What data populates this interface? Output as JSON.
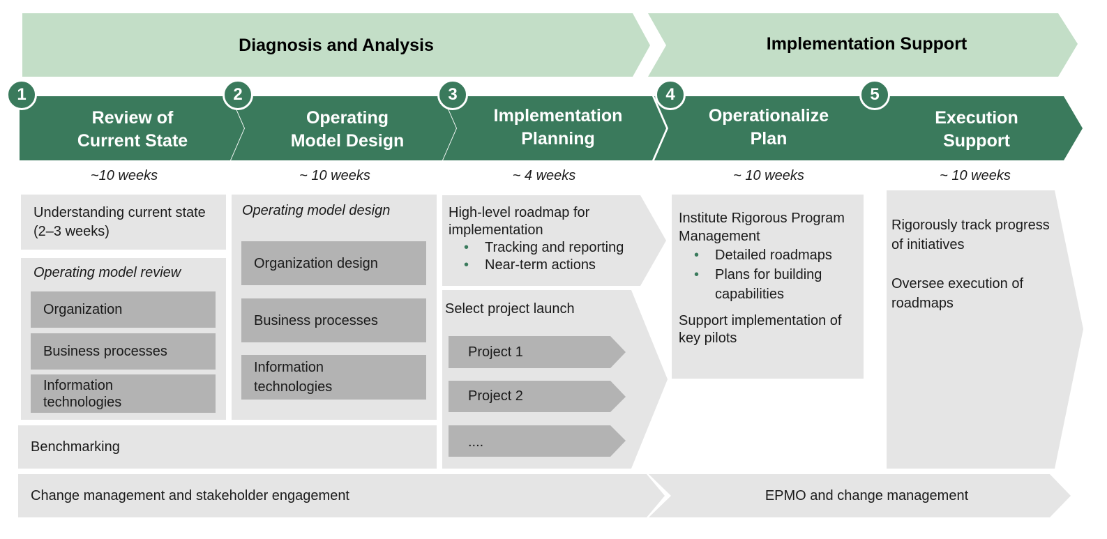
{
  "phases": {
    "diagnosis": "Diagnosis and Analysis",
    "implementation": "Implementation Support"
  },
  "steps": [
    {
      "number": "1",
      "title": "Review of\nCurrent State",
      "duration": "~10 weeks"
    },
    {
      "number": "2",
      "title": "Operating\nModel Design",
      "duration": "~ 10 weeks"
    },
    {
      "number": "3",
      "title": "Implementation\nPlanning",
      "duration": "~ 4 weeks"
    },
    {
      "number": "4",
      "title": "Operationalize\nPlan",
      "duration": "~ 10 weeks"
    },
    {
      "number": "5",
      "title": "Execution\nSupport",
      "duration": "~ 10 weeks"
    }
  ],
  "col1": {
    "understanding": "Understanding current state (2–3 weeks)",
    "review_heading": "Operating model review",
    "items": [
      "Organization",
      "Business processes",
      "Information\ntechnologies"
    ]
  },
  "col2": {
    "heading": "Operating model design",
    "items": [
      "Organization design",
      "Business processes",
      "Information\ntechnologies"
    ]
  },
  "benchmarking": "Benchmarking",
  "col3": {
    "roadmap": "High-level roadmap for implementation",
    "bullets": [
      "Tracking and reporting",
      "Near-term actions"
    ],
    "launch_heading": "Select project launch",
    "projects": [
      "Project 1",
      "Project 2",
      "...."
    ]
  },
  "col4": {
    "heading": "Institute Rigorous Program Management",
    "bullets": [
      "Detailed roadmaps",
      "Plans for building capabilities"
    ],
    "support": "Support implementation of key pilots"
  },
  "col5": {
    "track": "Rigorously track progress of initiatives",
    "oversee": "Oversee execution of roadmaps"
  },
  "bottom": {
    "change": "Change management and stakeholder engagement",
    "epmo": "EPMO and change management"
  },
  "colors": {
    "phase_banner": "#c3dec7",
    "step_arrow": "#3a7a5c",
    "light_box": "#e5e5e5",
    "dark_box": "#b3b3b3",
    "bullet": "#3a7a5c"
  }
}
